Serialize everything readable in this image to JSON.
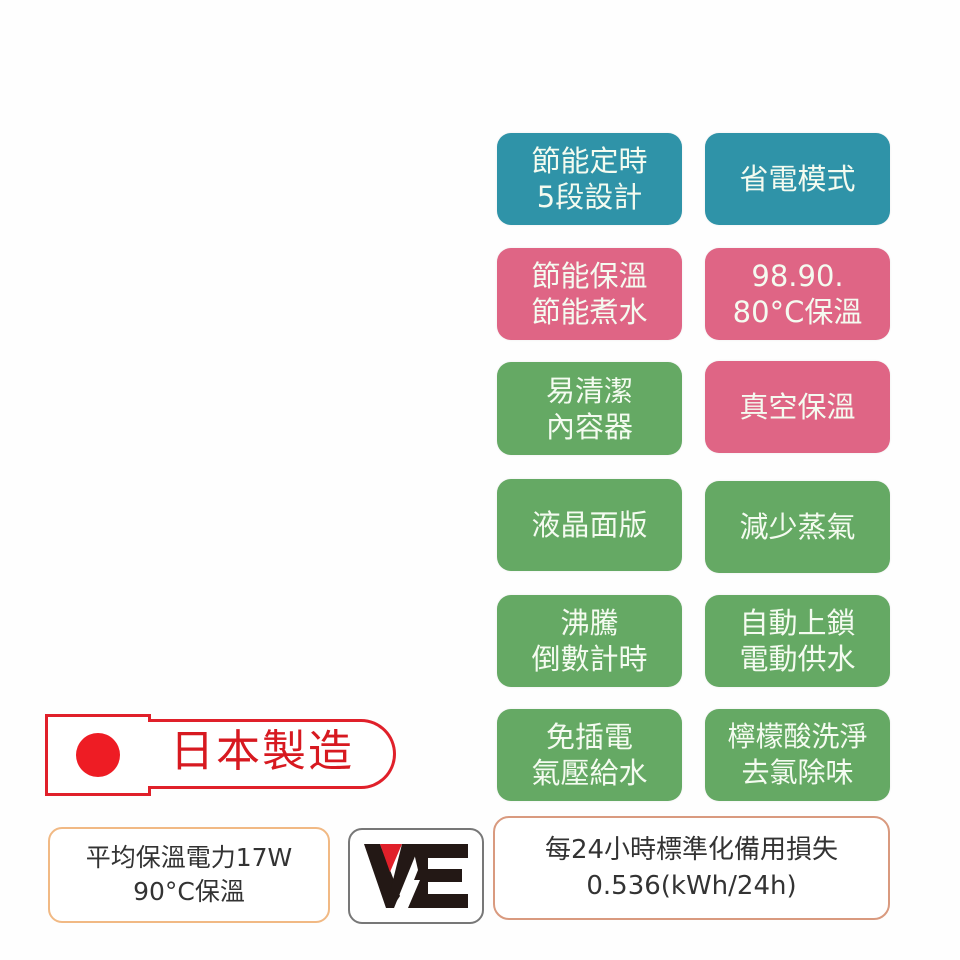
{
  "colors": {
    "teal": "#2f93a8",
    "pink": "#df6585",
    "green": "#65a964",
    "japan_red": "#e0202a",
    "text_light": "#f4fbf0",
    "text_dark": "#333333"
  },
  "features": [
    {
      "color": "teal",
      "lines": [
        "節能定時",
        "5段設計"
      ]
    },
    {
      "color": "teal",
      "lines": [
        "省電模式"
      ]
    },
    {
      "color": "pink",
      "lines": [
        "節能保溫",
        "節能煮水"
      ]
    },
    {
      "color": "pink",
      "lines": [
        "98.90.",
        "80°C保溫"
      ]
    },
    {
      "color": "green",
      "lines": [
        "易清潔",
        "內容器"
      ]
    },
    {
      "color": "pink",
      "lines": [
        "真空保溫"
      ]
    },
    {
      "color": "green",
      "lines": [
        "液晶面版"
      ]
    },
    {
      "color": "green",
      "lines": [
        "減少蒸氣"
      ]
    },
    {
      "color": "green",
      "lines": [
        "沸騰",
        "倒數計時"
      ]
    },
    {
      "color": "green",
      "lines": [
        "自動上鎖",
        "電動供水"
      ]
    },
    {
      "color": "green",
      "lines": [
        "免插電",
        "氣壓給水"
      ]
    },
    {
      "color": "green",
      "lines": [
        "檸檬酸洗淨",
        "去氯除味"
      ]
    }
  ],
  "badges": {
    "made_in_japan": {
      "icon": "japan-flag-icon",
      "label": "日本製造"
    },
    "standby_power": {
      "lines": [
        "平均保溫電力17W",
        "90°C保溫"
      ]
    },
    "ve_logo": {
      "icon": "ve-logo-icon",
      "text": "VE"
    },
    "standby_loss": {
      "lines": [
        "每24小時標準化備用損失",
        "0.536(kWh/24h)"
      ]
    }
  }
}
